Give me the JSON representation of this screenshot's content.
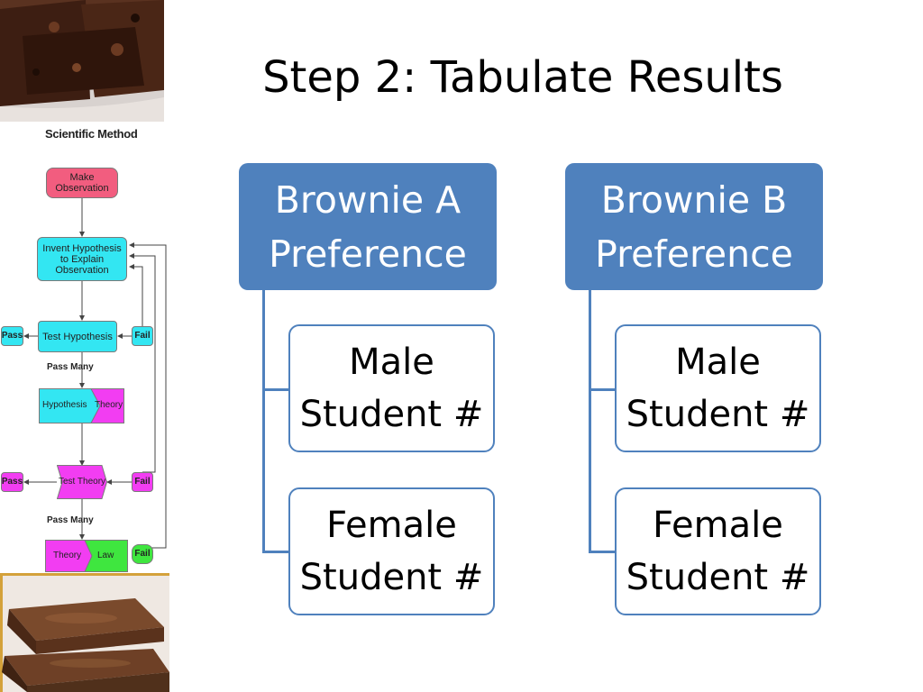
{
  "slide": {
    "title": "Step 2: Tabulate Results"
  },
  "groups": [
    {
      "header": [
        "Brownie A",
        "Preference"
      ],
      "children": [
        [
          "Male",
          "Student #"
        ],
        [
          "Female",
          "Student #"
        ]
      ]
    },
    {
      "header": [
        "Brownie B",
        "Preference"
      ],
      "children": [
        [
          "Male",
          "Student #"
        ],
        [
          "Female",
          "Student #"
        ]
      ]
    }
  ],
  "flowchart": {
    "title": "Scientific Method",
    "make_observation": "Make Observation",
    "invent_hypothesis": [
      "Invent Hypothesis",
      "to Explain Observation"
    ],
    "test_hypothesis": "Test Hypothesis",
    "pass": "Pass",
    "fail": "Fail",
    "pass_many": "Pass Many",
    "hypothesis": "Hypothesis",
    "theory": "Theory",
    "test_theory": "Test Theory",
    "law": "Law"
  },
  "colors": {
    "accent": "#4f81bd",
    "observation": "#f25d7f",
    "cyan": "#33e6f2",
    "magenta": "#f23df2",
    "green": "#3fe63f"
  }
}
